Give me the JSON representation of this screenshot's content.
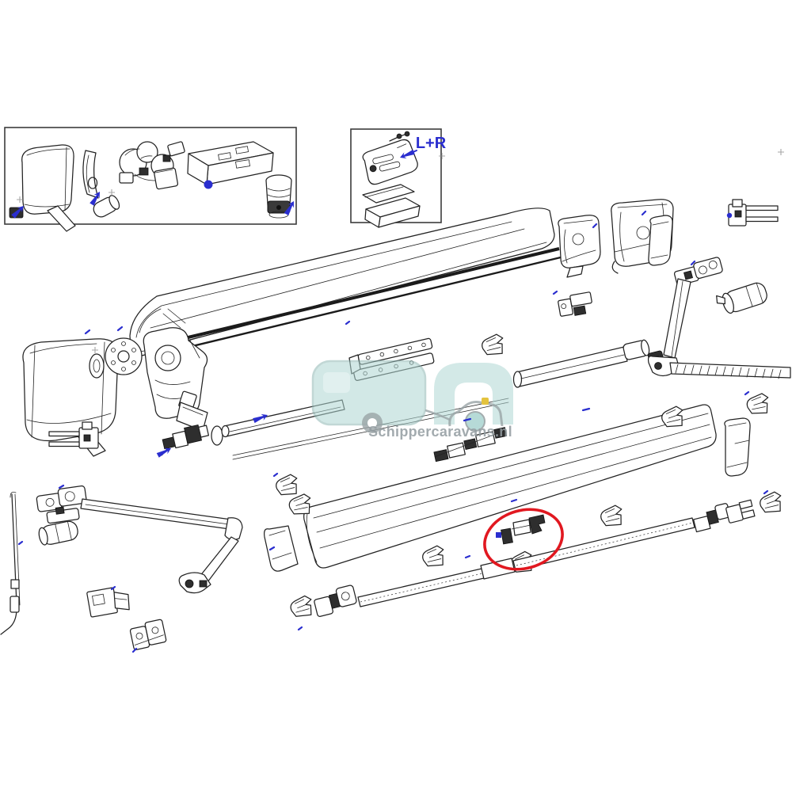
{
  "diagram": {
    "kind": "exploded-parts-diagram",
    "subject": "caravan awning assembly",
    "background": "#ffffff",
    "labels": {
      "left_right_marker": "L+R"
    },
    "watermark": {
      "text": "Schippercaravans.nl"
    },
    "colors": {
      "line": "#232323",
      "annotation_blue": "#2a2ecf",
      "highlight_red": "#e11820",
      "watermark_teal": "#afd7d3",
      "watermark_gray": "#929ca0",
      "watermark_accent_yellow": "#e4c33e"
    },
    "detail_boxes": 2,
    "highlighted_part": "circled-rail-bracket",
    "parts": [
      "end-cap",
      "clamp-bracket",
      "gear-drive-unit",
      "control-box",
      "roller-adapter",
      "mounting-bracket-lr",
      "spacer-plate",
      "spacer-block",
      "awning-case-lid",
      "fabric-roll-stripes",
      "perforated-strips",
      "lid-end-cap-inner",
      "lid-end-cap-outer",
      "mounting-fork",
      "left-end-cap",
      "spring-disc",
      "drive-assembly",
      "roller-spigot",
      "roller-ring",
      "roller-tube",
      "fabric-connectors",
      "front-profile",
      "front-profile-end-cap",
      "circled-rail-bracket",
      "support-arm-left",
      "support-arm-right",
      "arm-sleeve",
      "tension-rafter",
      "crank-rod",
      "latch-block",
      "wall-bracket",
      "rail-clip"
    ]
  }
}
